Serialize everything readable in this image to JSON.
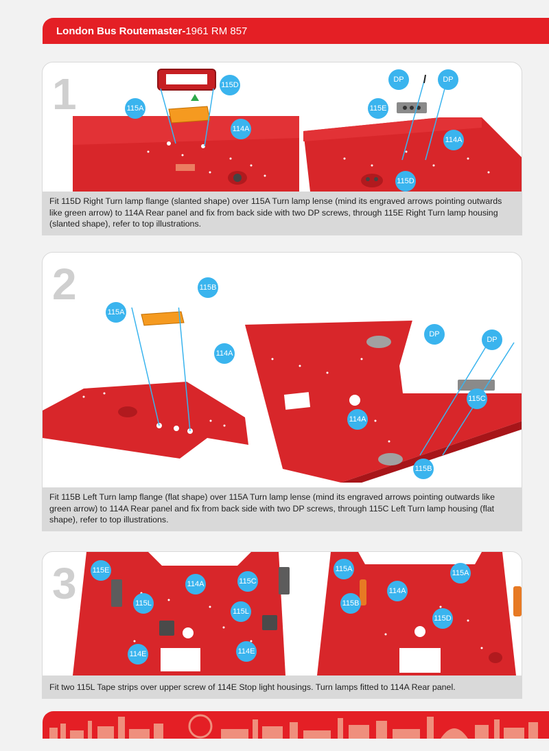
{
  "header": {
    "title_bold": "London Bus Routemaster-",
    "title_rest": "1961 RM 857"
  },
  "steps": [
    {
      "number": "1",
      "labels": [
        "115D",
        "115A",
        "114A",
        "DP",
        "DP",
        "115E",
        "114A",
        "115D"
      ],
      "caption": "Fit 115D Right Turn lamp flange (slanted shape) over 115A Turn lamp lense (mind its engraved arrows pointing outwards like green arrow) to 114A Rear panel and fix from back side with two DP screws, through 115E Right Turn lamp housing (slanted shape), refer to top illustrations."
    },
    {
      "number": "2",
      "labels": [
        "115B",
        "115A",
        "114A",
        "DP",
        "DP",
        "115C",
        "114A",
        "115B"
      ],
      "caption": "Fit 115B Left Turn lamp flange (flat shape) over 115A Turn lamp lense (mind its engraved arrows pointing outwards like green arrow) to 114A Rear panel and fix from back side with two DP screws, through 115C Left Turn lamp housing (flat shape), refer to top illustrations."
    },
    {
      "number": "3",
      "labels": [
        "115E",
        "114A",
        "115C",
        "115L",
        "115L",
        "114E",
        "114E",
        "115A",
        "114A",
        "115A",
        "115B",
        "115D"
      ],
      "caption": "Fit two 115L Tape strips over upper screw of 114E Stop light housings. Turn lamps fitted to 114A Rear panel."
    }
  ],
  "colors": {
    "brand_red": "#e41f25",
    "panel_red": "#d8262a",
    "callout_blue": "#3ab4ee",
    "caption_bg": "#d9d9d9"
  }
}
